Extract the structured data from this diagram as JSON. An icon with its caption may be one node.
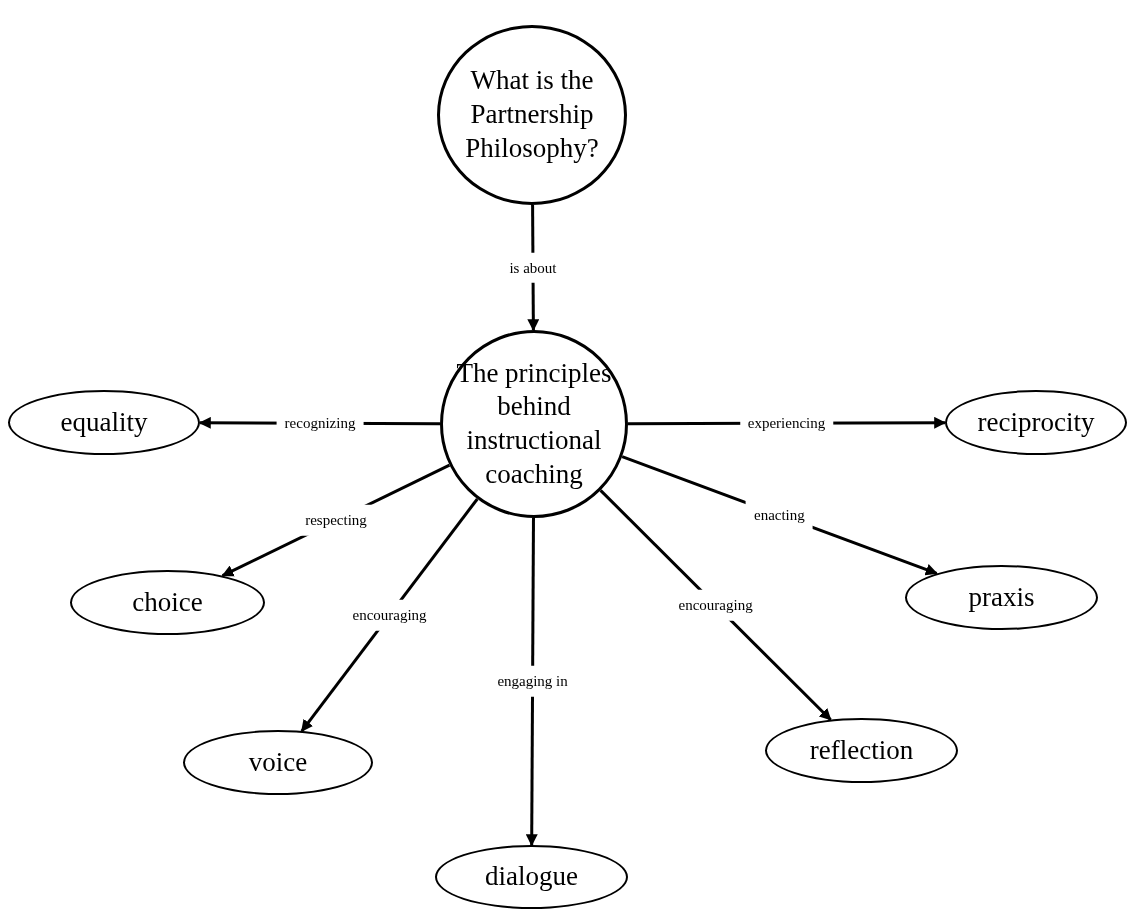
{
  "diagram": {
    "nodes": [
      {
        "text": [
          "What is the Partnership Philosophy?"
        ]
      },
      {
        "text": [
          "The principles behind instructional coaching"
        ]
      },
      {
        "text": [
          "equality"
        ]
      },
      {
        "text": [
          "reciprocity"
        ]
      },
      {
        "text": [
          "choice"
        ]
      },
      {
        "text": [
          "praxis"
        ]
      },
      {
        "text": [
          "voice"
        ]
      },
      {
        "text": [
          "reflection"
        ]
      },
      {
        "text": [
          "dialogue"
        ]
      }
    ],
    "edges": [
      {
        "from": 0,
        "to": 1,
        "arrow": "to",
        "label": "is about"
      },
      {
        "from": 1,
        "to": 2,
        "arrow": "to",
        "label": "recognizing"
      },
      {
        "from": 1,
        "to": 3,
        "arrow": "to",
        "label": "experiencing"
      },
      {
        "from": 1,
        "to": 4,
        "arrow": "to",
        "label": "respecting"
      },
      {
        "from": 1,
        "to": 5,
        "arrow": "to",
        "label": "enacting"
      },
      {
        "from": 1,
        "to": 6,
        "arrow": "to",
        "label": "encouraging"
      },
      {
        "from": 1,
        "to": 7,
        "arrow": "to",
        "label": "encouraging"
      },
      {
        "from": 1,
        "to": 8,
        "arrow": "to",
        "label": "engaging in"
      }
    ]
  }
}
